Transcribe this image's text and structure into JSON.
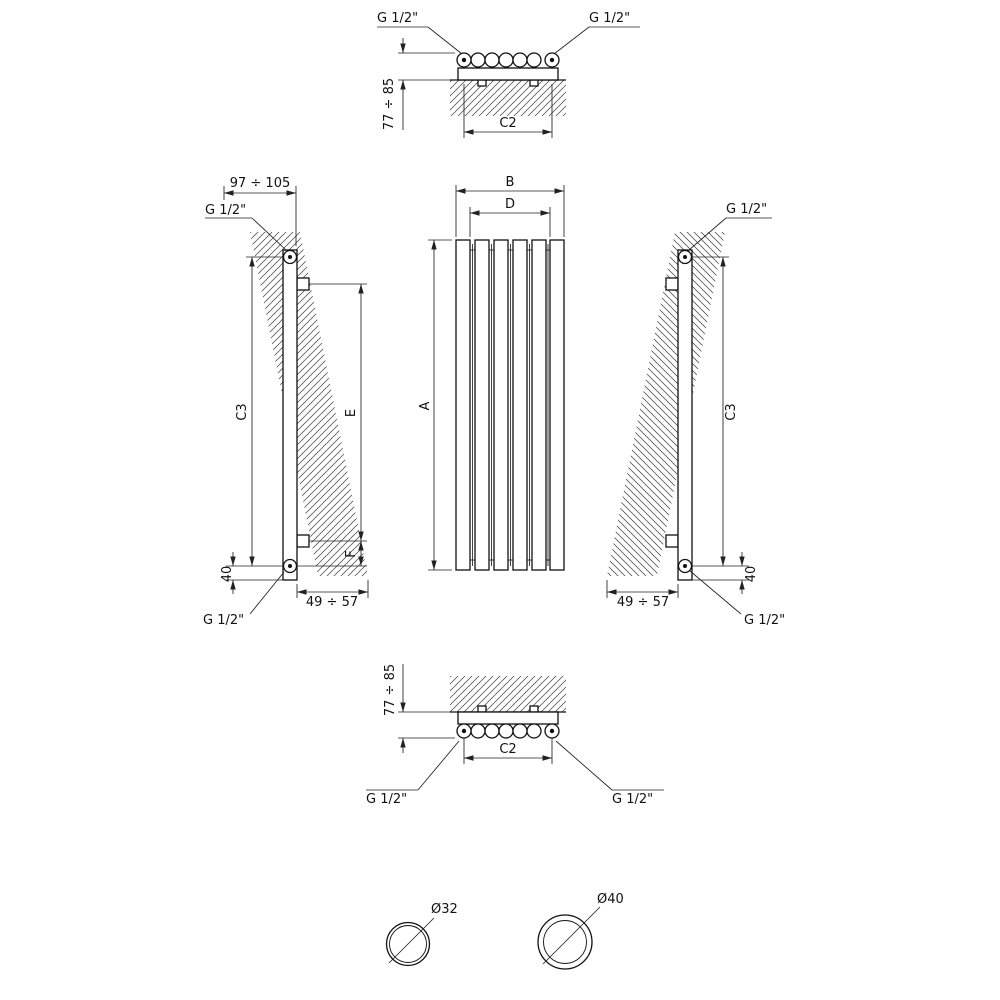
{
  "drawing": {
    "thread_label": "G 1/2\"",
    "top_view": {
      "wall_distance": "77 ÷ 85",
      "connection_spacing": "C2"
    },
    "front_view": {
      "height": "A",
      "width": "B",
      "connection_width": "D"
    },
    "left_view": {
      "depth": "97 ÷ 105",
      "c3": "C3",
      "e": "E",
      "f": "F",
      "bottom_axis_offset": "40",
      "wall_to_axis": "49 ÷ 57"
    },
    "right_view": {
      "c3": "C3",
      "bottom_axis_offset": "40",
      "wall_to_axis": "49 ÷ 57"
    },
    "bottom_view": {
      "wall_distance": "77 ÷ 85",
      "connection_spacing": "C2"
    },
    "tube_sections": {
      "small_diameter": "Ø32",
      "large_diameter": "Ø40"
    }
  }
}
